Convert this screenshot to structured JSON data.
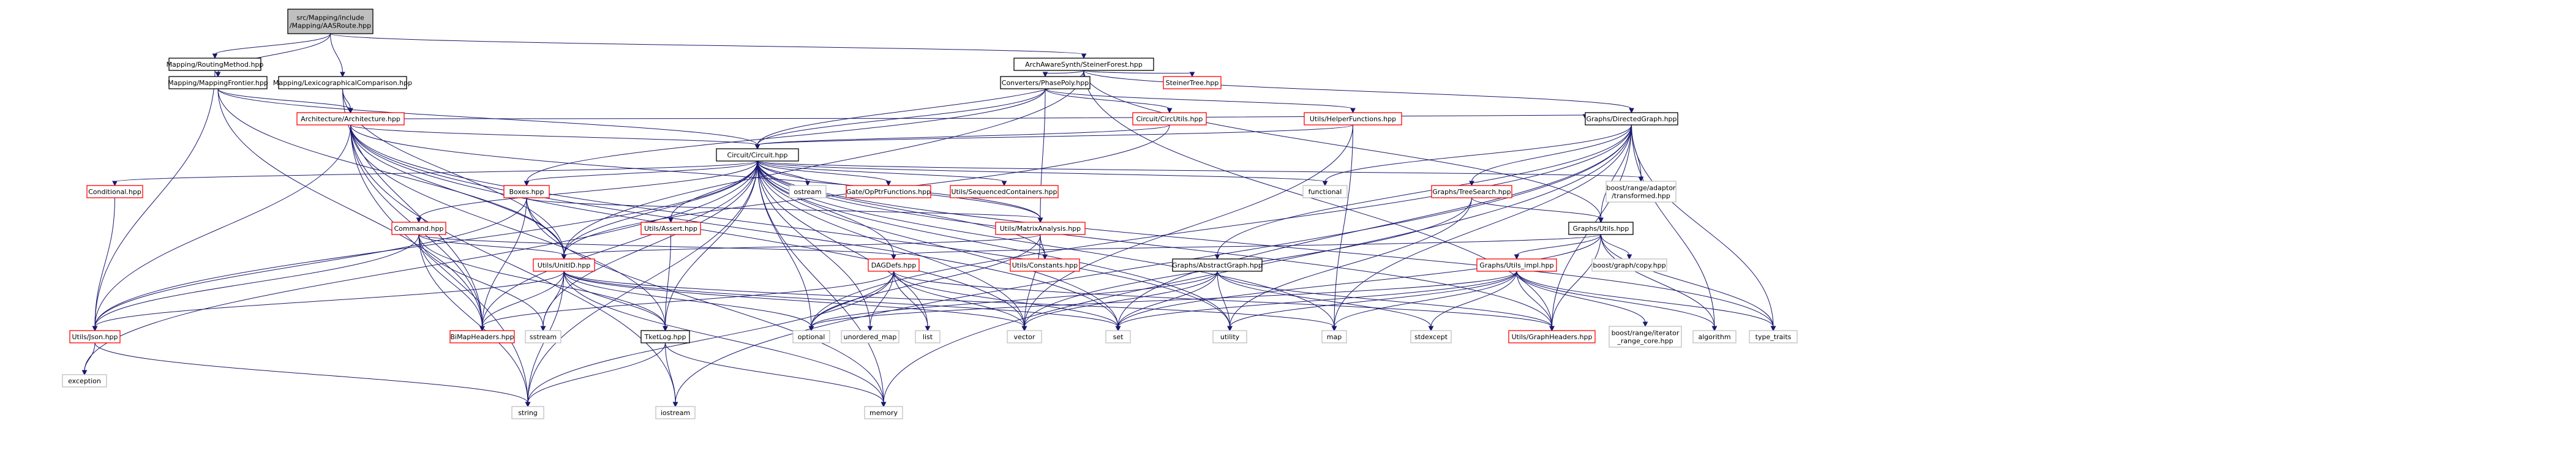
{
  "colors": {
    "edge": "#191970",
    "root_fill": "#bfbfbf",
    "node_border_black": "#000000",
    "node_border_red": "#ff0000",
    "node_border_grey": "#bfbfbf",
    "text": "#000000"
  },
  "nodes": [
    {
      "id": "root",
      "label": [
        "src/Mapping/include",
        "/Mapping/AASRoute.hpp"
      ],
      "kind": "root"
    },
    {
      "id": "routing",
      "label": [
        "Mapping/RoutingMethod.hpp"
      ],
      "kind": "black"
    },
    {
      "id": "archsteiner",
      "label": [
        "ArchAwareSynth/SteinerForest.hpp"
      ],
      "kind": "black"
    },
    {
      "id": "lexico",
      "label": [
        "Mapping/LexicographicalComparison.hpp"
      ],
      "kind": "black"
    },
    {
      "id": "mappingframe",
      "label": [
        "Mapping/MappingFrontier.hpp"
      ],
      "kind": "black"
    },
    {
      "id": "phasepoly",
      "label": [
        "Converters/PhasePoly.hpp"
      ],
      "kind": "black"
    },
    {
      "id": "steinertree",
      "label": [
        "SteinerTree.hpp"
      ],
      "kind": "red"
    },
    {
      "id": "architecture",
      "label": [
        "Architecture/Architecture.hpp"
      ],
      "kind": "red"
    },
    {
      "id": "circutils",
      "label": [
        "Circuit/CircUtils.hpp"
      ],
      "kind": "red"
    },
    {
      "id": "circuit",
      "label": [
        "Circuit/Circuit.hpp"
      ],
      "kind": "black"
    },
    {
      "id": "helperfunctions",
      "label": [
        "Utils/HelperFunctions.hpp"
      ],
      "kind": "red"
    },
    {
      "id": "directedgraph",
      "label": [
        "Graphs/DirectedGraph.hpp"
      ],
      "kind": "black"
    },
    {
      "id": "conditional",
      "label": [
        "Conditional.hpp"
      ],
      "kind": "red"
    },
    {
      "id": "boxes",
      "label": [
        "Boxes.hpp"
      ],
      "kind": "red"
    },
    {
      "id": "command",
      "label": [
        "Command.hpp"
      ],
      "kind": "red"
    },
    {
      "id": "ostream",
      "label": [
        "ostream"
      ],
      "kind": "grey"
    },
    {
      "id": "gateop",
      "label": [
        "Gate/OpPtrFunctions.hpp"
      ],
      "kind": "red"
    },
    {
      "id": "seqcontainers",
      "label": [
        "Utils/SequencedContainers.hpp"
      ],
      "kind": "red"
    },
    {
      "id": "assert",
      "label": [
        "Utils/Assert.hpp"
      ],
      "kind": "red"
    },
    {
      "id": "matrixanalysis",
      "label": [
        "Utils/MatrixAnalysis.hpp"
      ],
      "kind": "red"
    },
    {
      "id": "functional",
      "label": [
        "functional"
      ],
      "kind": "grey"
    },
    {
      "id": "treesearch",
      "label": [
        "Graphs/TreeSearch.hpp"
      ],
      "kind": "red"
    },
    {
      "id": "boostadaptor",
      "label": [
        "boost/range/adaptor",
        "/transformed.hpp"
      ],
      "kind": "grey"
    },
    {
      "id": "graphsutils",
      "label": [
        "Graphs/Utils.hpp"
      ],
      "kind": "black"
    },
    {
      "id": "unitid",
      "label": [
        "Utils/UnitID.hpp"
      ],
      "kind": "red"
    },
    {
      "id": "dagdefs",
      "label": [
        "DAGDefs.hpp"
      ],
      "kind": "red"
    },
    {
      "id": "constants",
      "label": [
        "Utils/Constants.hpp"
      ],
      "kind": "red"
    },
    {
      "id": "abstractgraph",
      "label": [
        "Graphs/AbstractGraph.hpp"
      ],
      "kind": "black"
    },
    {
      "id": "utilsimpl",
      "label": [
        "Graphs/Utils_impl.hpp"
      ],
      "kind": "red"
    },
    {
      "id": "boostgraphcopy",
      "label": [
        "boost/graph/copy.hpp"
      ],
      "kind": "grey"
    },
    {
      "id": "utilsjson",
      "label": [
        "Utils/Json.hpp"
      ],
      "kind": "red"
    },
    {
      "id": "bimap",
      "label": [
        "BiMapHeaders.hpp"
      ],
      "kind": "red"
    },
    {
      "id": "sstream",
      "label": [
        "sstream"
      ],
      "kind": "grey"
    },
    {
      "id": "tketlog",
      "label": [
        "TketLog.hpp"
      ],
      "kind": "black"
    },
    {
      "id": "optional",
      "label": [
        "optional"
      ],
      "kind": "grey"
    },
    {
      "id": "unorderedmap",
      "label": [
        "unordered_map"
      ],
      "kind": "grey"
    },
    {
      "id": "list",
      "label": [
        "list"
      ],
      "kind": "grey"
    },
    {
      "id": "vector",
      "label": [
        "vector"
      ],
      "kind": "grey"
    },
    {
      "id": "set",
      "label": [
        "set"
      ],
      "kind": "grey"
    },
    {
      "id": "utility",
      "label": [
        "utility"
      ],
      "kind": "grey"
    },
    {
      "id": "map",
      "label": [
        "map"
      ],
      "kind": "grey"
    },
    {
      "id": "stdexcept",
      "label": [
        "stdexcept"
      ],
      "kind": "grey"
    },
    {
      "id": "graphheaders",
      "label": [
        "Utils/GraphHeaders.hpp"
      ],
      "kind": "red"
    },
    {
      "id": "boostirc",
      "label": [
        "boost/range/iterator",
        "_range_core.hpp"
      ],
      "kind": "grey"
    },
    {
      "id": "algorithm",
      "label": [
        "algorithm"
      ],
      "kind": "grey"
    },
    {
      "id": "typetraits",
      "label": [
        "type_traits"
      ],
      "kind": "grey"
    },
    {
      "id": "exception",
      "label": [
        "exception"
      ],
      "kind": "grey"
    },
    {
      "id": "string",
      "label": [
        "string"
      ],
      "kind": "grey"
    },
    {
      "id": "iostream",
      "label": [
        "iostream"
      ],
      "kind": "grey"
    },
    {
      "id": "memory",
      "label": [
        "memory"
      ],
      "kind": "grey"
    }
  ]
}
